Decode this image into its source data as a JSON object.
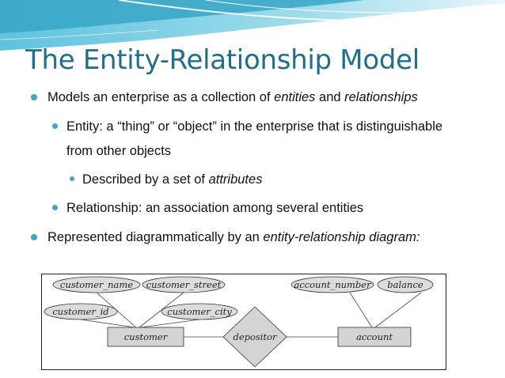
{
  "slide": {
    "title": "The Entity-Relationship Model",
    "bullets": {
      "b1": {
        "pre": "Models an enterprise as a collection of ",
        "em1": "entities",
        "mid": " and ",
        "em2": "relationships"
      },
      "b2": {
        "line1": "Entity: a “thing” or “object” in the enterprise that is distinguishable",
        "line2": "from other objects"
      },
      "b3": {
        "pre": "Described by a set of ",
        "em": "attributes"
      },
      "b4": {
        "text": "Relationship: an association among several entities"
      },
      "b5": {
        "pre": "Represented diagrammatically by an ",
        "em": "entity-relationship diagram:"
      }
    }
  },
  "diagram": {
    "attributes": [
      "customer_name",
      "customer_street",
      "customer_id",
      "customer_city",
      "account_number",
      "balance"
    ],
    "entities": [
      "customer",
      "account"
    ],
    "relationship": "depositor"
  },
  "colors": {
    "title": "#1e6e8c",
    "bullet": "#3aa8c9",
    "ellipse": "#dcdcdc",
    "box": "#d4d4d4"
  }
}
